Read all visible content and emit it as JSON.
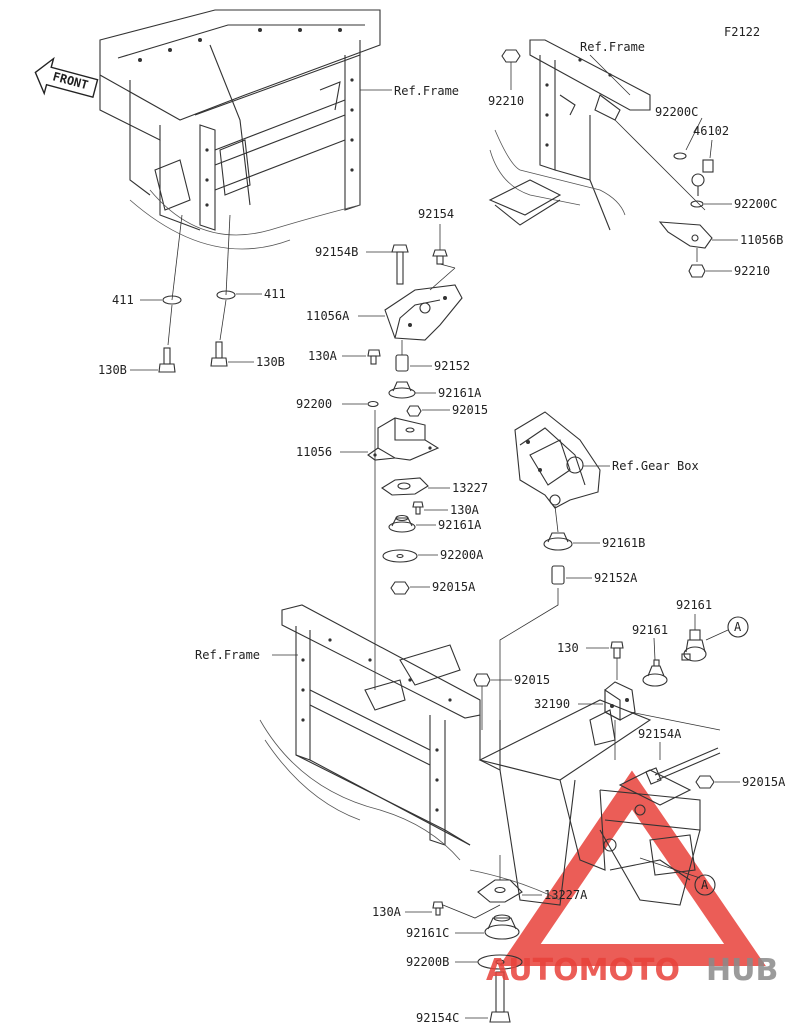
{
  "diagram_code": "F2122",
  "front_label": "FRONT",
  "labels": {
    "ref_frame_top_left": "Ref.Frame",
    "ref_frame_top_right": "Ref.Frame",
    "ref_frame_bottom": "Ref.Frame",
    "ref_gear_box": "Ref.Gear Box",
    "p92210_top": "92210",
    "p92200C_top": "92200C",
    "p46102": "46102",
    "p92200C_bot": "92200C",
    "p11056B": "11056B",
    "p92210_bot": "92210",
    "p92154": "92154",
    "p92154B": "92154B",
    "p11056A": "11056A",
    "p411_left": "411",
    "p411_right": "411",
    "p130B_left": "130B",
    "p130B_right": "130B",
    "p130A_top": "130A",
    "p92152": "92152",
    "p92161A_top": "92161A",
    "p92200": "92200",
    "p92015_top": "92015",
    "p11056": "11056",
    "p13227": "13227",
    "p130A_mid": "130A",
    "p92161A_mid": "92161A",
    "p92200A": "92200A",
    "p92015A_top": "92015A",
    "p92161B": "92161B",
    "p92152A": "92152A",
    "p92161_right": "92161",
    "p92161_left": "92161",
    "p130_right": "130",
    "p92015_mid": "92015",
    "p32190": "32190",
    "p92154A": "92154A",
    "p92015A_right": "92015A",
    "p13227A": "13227A",
    "p130A_bot": "130A",
    "p92161C": "92161C",
    "p92200B": "92200B",
    "p92154C": "92154C"
  },
  "callouts": {
    "a_top": "A",
    "a_bottom": "A"
  },
  "watermark": {
    "part1": "AUTOMOTO",
    "part2": "HUB"
  },
  "colors": {
    "line": "#333333",
    "watermark_red": "#e8413a",
    "watermark_grey": "#8a8a8a"
  }
}
